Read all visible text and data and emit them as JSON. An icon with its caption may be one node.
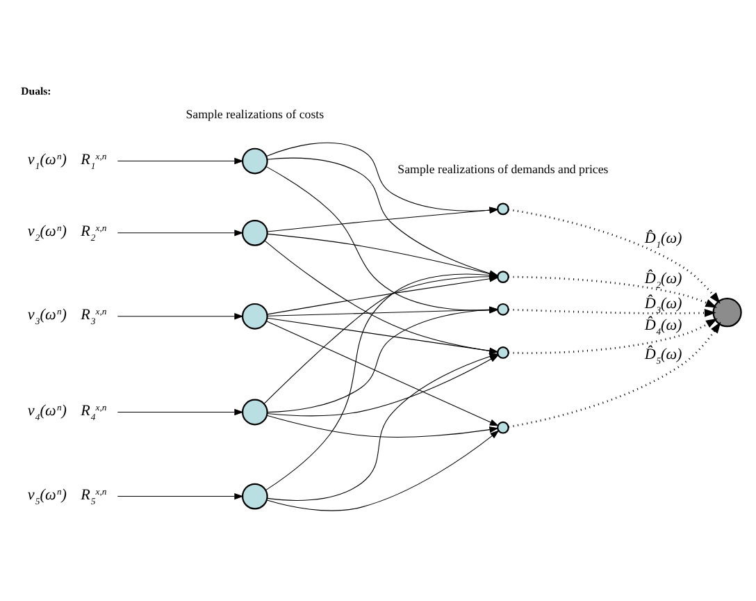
{
  "diagram": {
    "title": "Duals:",
    "nodes": [
      {
        "text": [
          "R$_{1}$$^{x,n}$"
        ],
        "beside": [
          "v$_{1}$(ω$^{n}$)"
        ]
      },
      {
        "text": [
          "R$_{2}$$^{x,n}$"
        ],
        "beside": [
          "v$_{2}$(ω$^{n}$)"
        ]
      },
      {
        "text": [
          "R$_{3}$$^{x,n}$"
        ],
        "beside": [
          "v$_{3}$(ω$^{n}$)"
        ]
      },
      {
        "text": [
          "R$_{4}$$^{x,n}$"
        ],
        "beside": [
          "v$_{4}$(ω$^{n}$)"
        ]
      },
      {
        "text": [
          "R$_{5}$$^{x,n}$"
        ],
        "beside": [
          "v$_{5}$(ω$^{n}$)"
        ]
      },
      {
        "text": [],
        "shape": "circle"
      },
      {
        "text": [],
        "shape": "circle"
      },
      {
        "text": [],
        "shape": "circle"
      },
      {
        "text": [],
        "shape": "circle"
      },
      {
        "text": [],
        "shape": "circle"
      },
      {
        "text": [],
        "shape": "circle"
      },
      {
        "text": [],
        "shape": "circle"
      },
      {
        "text": [],
        "shape": "circle"
      },
      {
        "text": [],
        "shape": "circle"
      },
      {
        "text": [],
        "shape": "circle"
      },
      {
        "text": [],
        "shape": "circle"
      }
    ],
    "edges": [
      {
        "from": 0,
        "to": 5,
        "arrow": "to"
      },
      {
        "from": 1,
        "to": 6,
        "arrow": "to"
      },
      {
        "from": 2,
        "to": 7,
        "arrow": "to"
      },
      {
        "from": 3,
        "to": 8,
        "arrow": "to"
      },
      {
        "from": 4,
        "to": 9,
        "arrow": "to"
      },
      {
        "from": 5,
        "to": 10,
        "arrow": "to"
      },
      {
        "from": 5,
        "to": 11,
        "arrow": "to"
      },
      {
        "from": 5,
        "to": 12,
        "arrow": "to"
      },
      {
        "from": 6,
        "to": 10,
        "arrow": "to"
      },
      {
        "from": 6,
        "to": 11,
        "arrow": "to"
      },
      {
        "from": 6,
        "to": 13,
        "arrow": "to"
      },
      {
        "from": 7,
        "to": 11,
        "arrow": "to"
      },
      {
        "from": 7,
        "to": 12,
        "arrow": "to"
      },
      {
        "from": 7,
        "to": 13,
        "arrow": "to"
      },
      {
        "from": 7,
        "to": 14,
        "arrow": "to"
      },
      {
        "from": 8,
        "to": 11,
        "arrow": "to"
      },
      {
        "from": 8,
        "to": 12,
        "arrow": "to"
      },
      {
        "from": 8,
        "to": 13,
        "arrow": "to"
      },
      {
        "from": 8,
        "to": 14,
        "arrow": "to"
      },
      {
        "from": 9,
        "to": 11,
        "arrow": "to"
      },
      {
        "from": 9,
        "to": 13,
        "arrow": "to"
      },
      {
        "from": 9,
        "to": 14,
        "arrow": "to"
      },
      {
        "from": 10,
        "to": 15,
        "arrow": "to",
        "style": "dashed",
        "label": "D̂$_{1}$(ω)"
      },
      {
        "from": 11,
        "to": 15,
        "arrow": "to",
        "style": "dashed",
        "label": "D̂$_{2}$(ω)"
      },
      {
        "from": 12,
        "to": 15,
        "arrow": "to",
        "style": "dashed",
        "label": "D̂$_{3}$(ω)"
      },
      {
        "from": 13,
        "to": 15,
        "arrow": "to",
        "style": "dashed",
        "label": "D̂$_{4}$(ω)"
      },
      {
        "from": 14,
        "to": 15,
        "arrow": "to",
        "style": "dashed",
        "label": "D̂$_{5}$(ω)"
      }
    ],
    "labels": [
      "Sample realizations of costs",
      "Sample realizations of demands and prices"
    ]
  }
}
